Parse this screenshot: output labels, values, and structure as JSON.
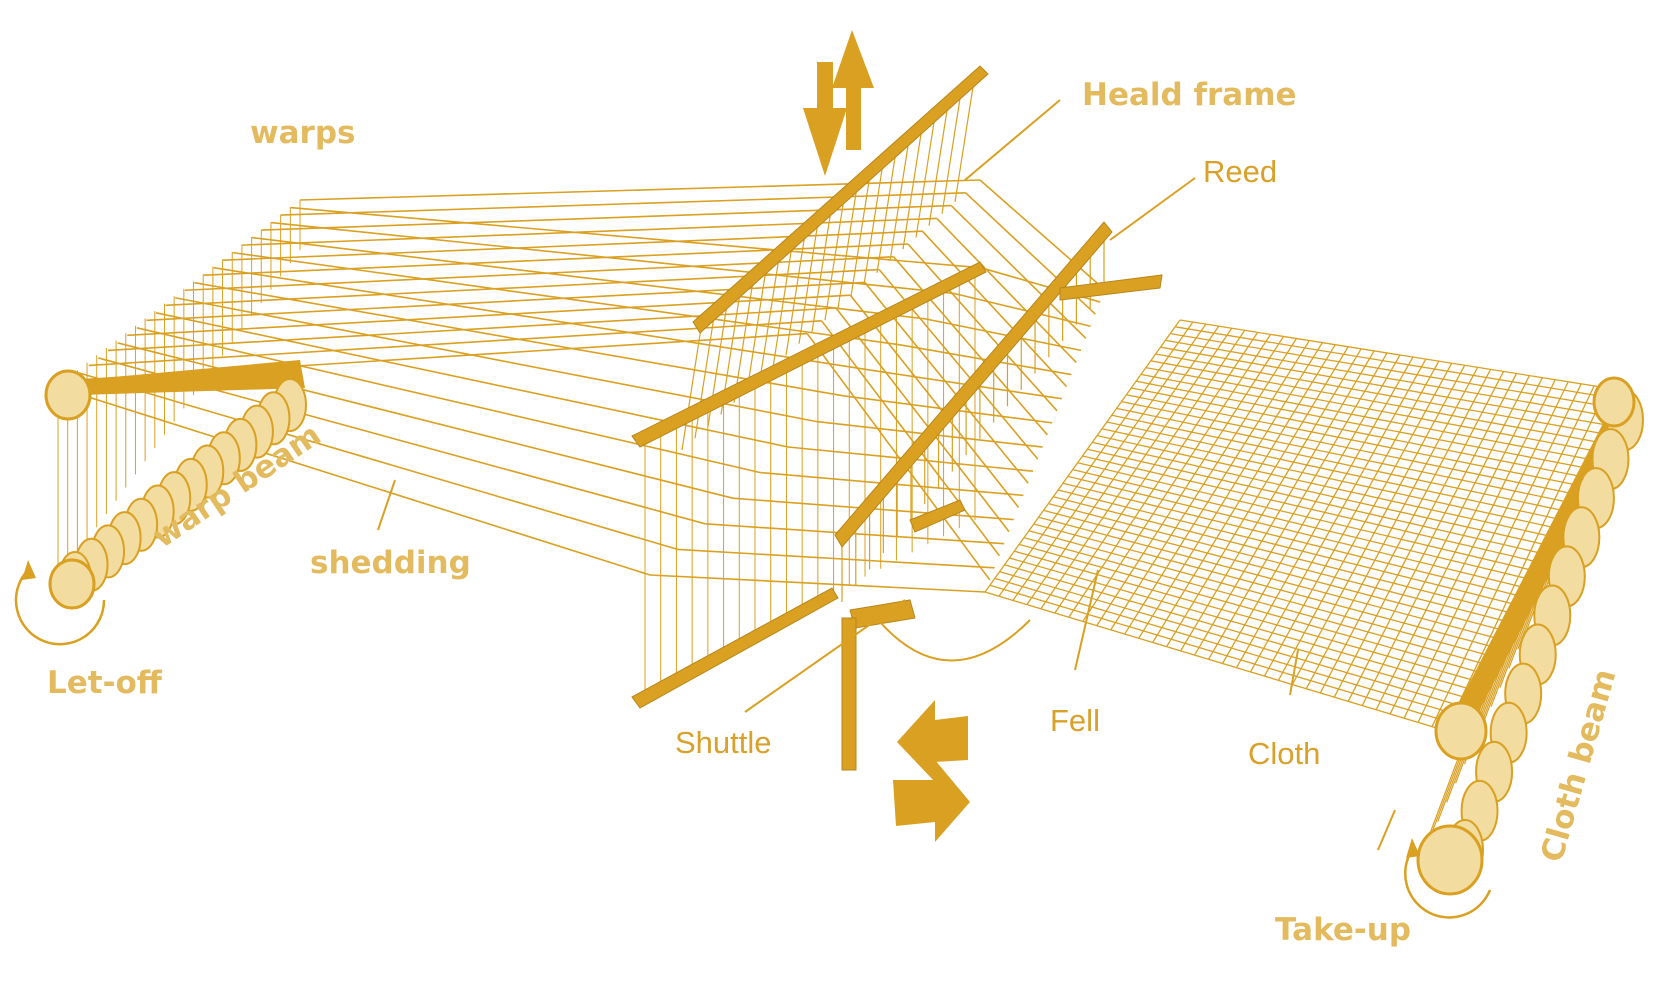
{
  "colors": {
    "thread": "#d9a021",
    "beam_face": "#f2dca0",
    "label": "#e3bb5e",
    "label_dark": "#d9a02a",
    "background": "#ffffff"
  },
  "labels": {
    "warps": "warps",
    "heald_frame": "Heald frame",
    "reed": "Reed",
    "warp_beam": "warp beam",
    "shedding": "shedding",
    "let_off": "Let-off",
    "shuttle": "Shuttle",
    "fell": "Fell",
    "cloth": "Cloth",
    "cloth_beam": "Cloth beam",
    "take_up": "Take-up"
  },
  "icons": [
    "up-down-arrows-icon",
    "left-right-arrows-icon",
    "let-off-rotation-icon",
    "take-up-rotation-icon"
  ]
}
